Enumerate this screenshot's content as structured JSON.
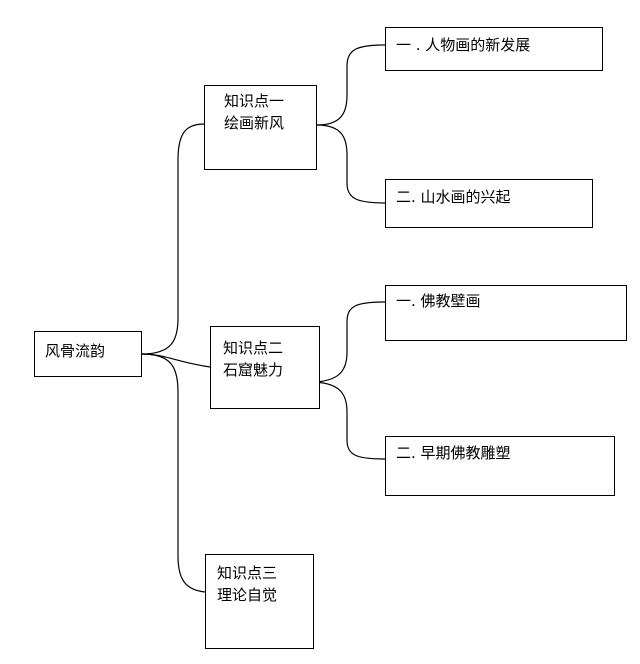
{
  "diagram": {
    "root": {
      "label": "风骨流韵"
    },
    "knowledge_points": [
      {
        "lines": [
          "知识点一",
          "绘画新风"
        ]
      },
      {
        "lines": [
          "知识点二",
          "石窟魅力"
        ]
      },
      {
        "lines": [
          "知识点三",
          "理论自觉"
        ]
      }
    ],
    "sub_points": [
      {
        "label": "一 . 人物画的新发展"
      },
      {
        "label": "二. 山水画的兴起"
      },
      {
        "label": "一.  佛教壁画"
      },
      {
        "label": "二.  早期佛教雕塑"
      }
    ],
    "line_color": "#000000",
    "box_border_color": "#000000"
  }
}
